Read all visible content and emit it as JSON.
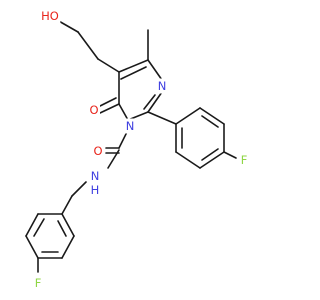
{
  "atoms": [
    {
      "id": "O_hydroxyl",
      "label": "HO",
      "color": "#e8241b"
    },
    {
      "id": "N_ring",
      "label": "N",
      "color": "#3f3fe0"
    },
    {
      "id": "O_ring_carbonyl",
      "label": "O",
      "color": "#e8241b"
    },
    {
      "id": "N_ring_sub",
      "label": "N",
      "color": "#3f3fe0"
    },
    {
      "id": "F_top",
      "label": "F",
      "color": "#8fd645"
    },
    {
      "id": "O_amide",
      "label": "O",
      "color": "#e8241b"
    },
    {
      "id": "N_amide",
      "label": "N",
      "color": "#3f3fe0"
    },
    {
      "id": "H_amide",
      "label": "H",
      "color": "#3f3fe0"
    },
    {
      "id": "F_bottom",
      "label": "F",
      "color": "#8fd645"
    }
  ],
  "bond_color": "#1a1a1a"
}
